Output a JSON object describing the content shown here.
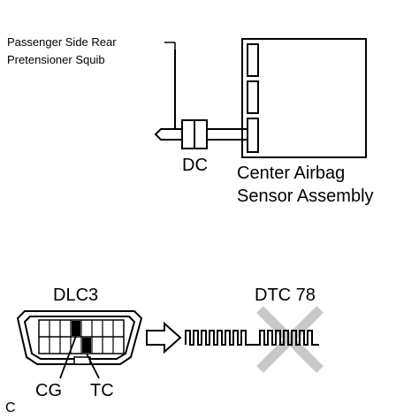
{
  "labels": {
    "squib_line1": "Passenger Side Rear",
    "squib_line2": "Pretensioner Squib",
    "connector": "DC",
    "sensor_line1": "Center Airbag",
    "sensor_line2": "Sensor Assembly",
    "dlc": "DLC3",
    "dtc": "DTC 78",
    "cg": "CG",
    "tc": "TC",
    "figure_code": "C"
  },
  "dtc_wave": {
    "first_group_pulses": 8,
    "second_group_pulses": 7
  },
  "colors": {
    "line": "#000000",
    "cross": "#c8c8c8",
    "terminal_fill": "#000000"
  }
}
